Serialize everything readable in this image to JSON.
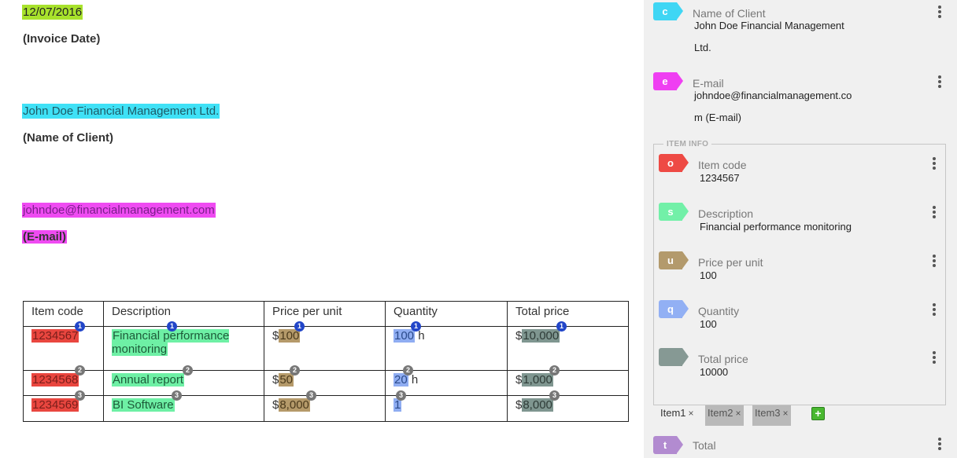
{
  "document": {
    "invoice_date": "12/07/2016",
    "invoice_date_label": "(Invoice Date)",
    "client_name": "John Doe Financial Management Ltd.",
    "client_name_label": "(Name of Client)",
    "email": "johndoe@financialmanagement.com",
    "email_label": "(E-mail)",
    "table": {
      "headers": [
        "Item code",
        "Description",
        "Price per unit",
        "Quantity",
        "Total price"
      ],
      "rows": [
        {
          "badge": "1",
          "code": "1234567",
          "description": "Financial performance monitoring",
          "price_prefix": "$",
          "price": "100",
          "qty": "100",
          "qty_suffix": " h",
          "total_prefix": "$",
          "total": "10,000"
        },
        {
          "badge": "2",
          "code": "1234568",
          "description": "Annual report",
          "price_prefix": "$",
          "price": "50",
          "qty": "20",
          "qty_suffix": " h",
          "total_prefix": "$",
          "total": "1,000"
        },
        {
          "badge": "3",
          "code": "1234569",
          "description": "BI Software",
          "price_prefix": "$",
          "price": "8,000",
          "qty": "1",
          "qty_suffix": "",
          "total_prefix": "$",
          "total": "8,000"
        }
      ]
    }
  },
  "panel": {
    "fields": [
      {
        "letter": "c",
        "name": "Name of Client",
        "value_line1": "John Doe Financial Management",
        "value_line2": "Ltd.",
        "color": "#3fd6f4"
      },
      {
        "letter": "e",
        "name": "E-mail",
        "value_line1": "johndoe@financialmanagement.co",
        "value_line2": "m (E-mail)",
        "color": "#ef3ff2"
      }
    ],
    "group": {
      "title": "ITEM INFO",
      "fields": [
        {
          "letter": "o",
          "name": "Item code",
          "value": "1234567",
          "color": "#ee4a44"
        },
        {
          "letter": "s",
          "name": "Description",
          "value": "Financial performance monitoring",
          "color": "#72f0a8"
        },
        {
          "letter": "u",
          "name": "Price per unit",
          "value": "100",
          "color": "#b39a6c"
        },
        {
          "letter": "q",
          "name": "Quantity",
          "value": "100",
          "color": "#92b0f4"
        },
        {
          "letter": "",
          "name": "Total price",
          "value": "10000",
          "color": "#869994"
        }
      ]
    },
    "tabs": [
      {
        "label": "Item1",
        "close": "×"
      },
      {
        "label": "Item2",
        "close": "×"
      },
      {
        "label": "Item3",
        "close": "×"
      }
    ],
    "add_label": "+",
    "partial_field": {
      "letter": "t",
      "name": "Total",
      "color": "#b28bd0"
    }
  }
}
